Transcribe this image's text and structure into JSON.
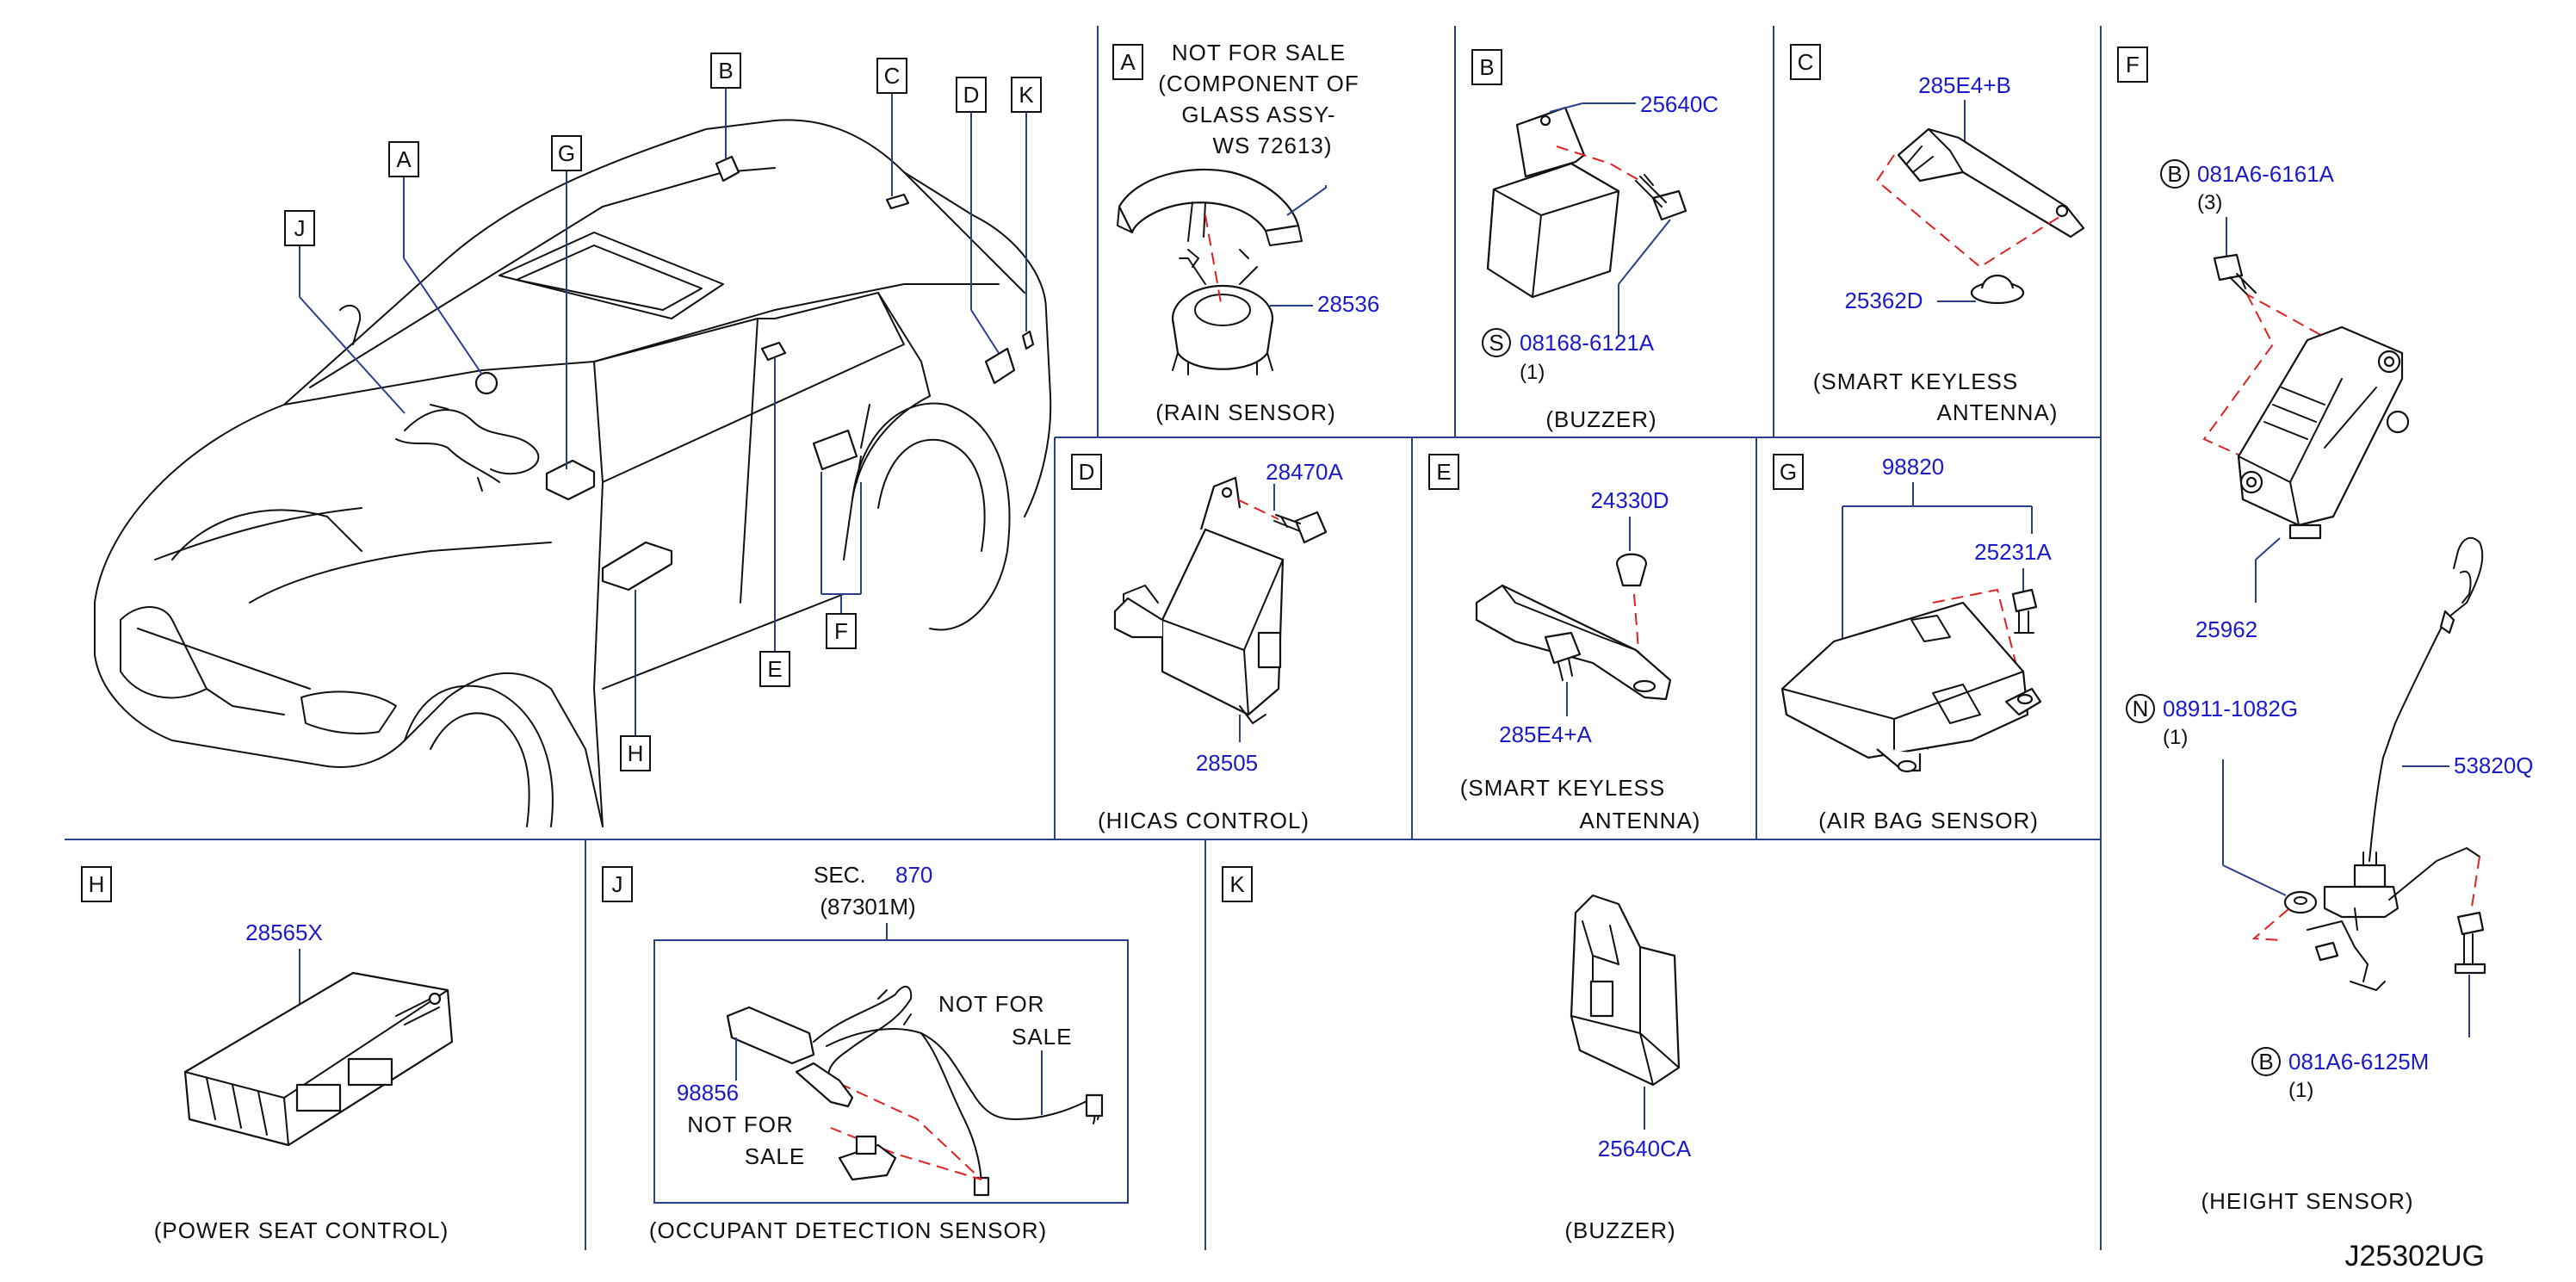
{
  "diagram_id": "J25302UG",
  "car_callouts": [
    "A",
    "G",
    "J",
    "B",
    "C",
    "D",
    "K",
    "E",
    "F",
    "H"
  ],
  "panels": {
    "A": {
      "letter": "A",
      "note": [
        "NOT  FOR  SALE",
        "(COMPONENT  OF",
        "GLASS  ASSY-",
        "WS  72613)"
      ],
      "part": "28536",
      "caption": "(RAIN  SENSOR)"
    },
    "B": {
      "letter": "B",
      "part1": "25640C",
      "fastener_mark": "S",
      "part2": "08168-6121A",
      "qty": "(1)",
      "caption": "(BUZZER)"
    },
    "C": {
      "letter": "C",
      "part1": "285E4+B",
      "part2": "25362D",
      "caption1": "(SMART   KEYLESS",
      "caption2": "ANTENNA)"
    },
    "D": {
      "letter": "D",
      "part1": "28470A",
      "part2": "28505",
      "caption": "(HICAS   CONTROL)"
    },
    "E": {
      "letter": "E",
      "part1": "24330D",
      "part2": "285E4+A",
      "caption1": "(SMART   KEYLESS",
      "caption2": "ANTENNA)"
    },
    "F": {
      "letter": "F",
      "mark1": "B",
      "part1": "081A6-6161A",
      "qty1": "(3)",
      "part2": "25962",
      "mark2": "N",
      "part3": "08911-1082G",
      "qty2": "(1)",
      "part4": "53820Q",
      "mark3": "B",
      "part5": "081A6-6125M",
      "qty3": "(1)",
      "caption": "(HEIGHT   SENSOR)"
    },
    "G": {
      "letter": "G",
      "part1": "98820",
      "part2": "25231A",
      "caption": "(AIR   BAG   SENSOR)"
    },
    "H": {
      "letter": "H",
      "part": "28565X",
      "caption": "(POWER   SEAT   CONTROL)"
    },
    "J": {
      "letter": "J",
      "sec_label": "SEC.",
      "sec_num": "870",
      "sec_sub": "(87301M)",
      "note1a": "NOT   FOR",
      "note1b": "SALE",
      "part": "98856",
      "note2a": "NOT   FOR",
      "note2b": "SALE",
      "caption": "(OCCUPANT   DETECTION   SENSOR)"
    },
    "K": {
      "letter": "K",
      "part": "25640CA",
      "caption": "(BUZZER)"
    }
  },
  "colors": {
    "part_number": "#1a1acc",
    "leader": "#2a3f8a",
    "dashed": "#e02020",
    "ink": "#111111"
  }
}
